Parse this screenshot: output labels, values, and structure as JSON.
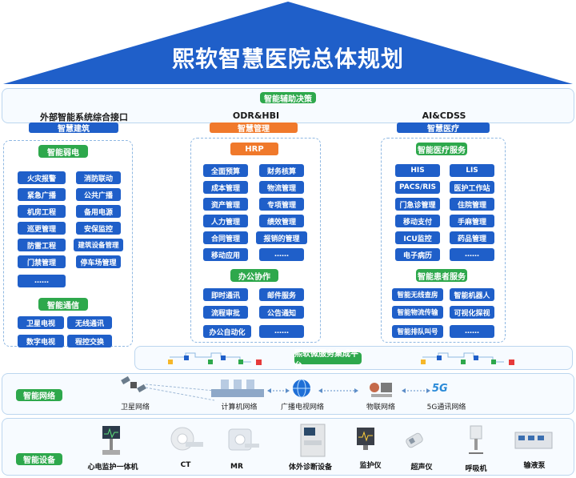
{
  "title": "熙软智慧医院总体规划",
  "decision": "智能辅助决策",
  "columns": [
    {
      "heading": "外部智能系统综合接口",
      "badge": "智慧建筑"
    },
    {
      "heading": "ODR&HBI",
      "badge": "智慧管理"
    },
    {
      "heading": "AI&CDSS",
      "badge": "智慧医疗"
    }
  ],
  "left_panel": {
    "section1": "智能弱电",
    "items1": [
      [
        "火灾报警",
        "消防联动"
      ],
      [
        "紧急广播",
        "公共广播"
      ],
      [
        "机房工程",
        "备用电源"
      ],
      [
        "巡更管理",
        "安保监控"
      ],
      [
        "防雷工程",
        "建筑设备管理"
      ],
      [
        "门禁管理",
        "停车场管理"
      ],
      [
        "……",
        ""
      ]
    ],
    "section2": "智能通信",
    "items2": [
      [
        "卫星电视",
        "无线通讯"
      ],
      [
        "数字电视",
        "程控交换"
      ]
    ]
  },
  "middle_panel": {
    "section1": "HRP",
    "items1": [
      [
        "全面预算",
        "财务核算"
      ],
      [
        "成本管理",
        "物流管理"
      ],
      [
        "资产管理",
        "专项管理"
      ],
      [
        "人力管理",
        "绩效管理"
      ],
      [
        "合同管理",
        "报销的管理"
      ],
      [
        "移动应用",
        "……"
      ]
    ],
    "section2": "办公协作",
    "items2": [
      [
        "即时通讯",
        "邮件服务"
      ],
      [
        "流程审批",
        "公告通知"
      ],
      [
        "办公自动化",
        "……"
      ]
    ]
  },
  "right_panel": {
    "section1": "智能医疗服务",
    "items1": [
      [
        "HIS",
        "LIS"
      ],
      [
        "PACS/RIS",
        "医护工作站"
      ],
      [
        "门急诊管理",
        "住院管理"
      ],
      [
        "移动支付",
        "手麻管理"
      ],
      [
        "ICU监控",
        "药品管理"
      ],
      [
        "电子病历",
        "……"
      ]
    ],
    "section2": "智能患者服务",
    "items2": [
      [
        "智能无线查房",
        "智能机器人"
      ],
      [
        "智能物流传输",
        "可视化探视"
      ],
      [
        "智能排队叫号",
        "……"
      ]
    ]
  },
  "platform": "熙软微服务集成平台",
  "network": {
    "label": "智能网络",
    "items": [
      "卫星网络",
      "计算机网络",
      "广播电视网络",
      "物联网络",
      "5G通讯网络"
    ],
    "fiveg": "5G"
  },
  "devices": {
    "label": "智能设备",
    "items": [
      "心电监护一体机",
      "CT",
      "MR",
      "体外诊断设备",
      "监护仪",
      "超声仪",
      "呼吸机",
      "输液泵"
    ]
  },
  "colors": {
    "roof": "#1f5fc9",
    "green": "#2ea84c",
    "blue": "#1f5fc9",
    "orange": "#f0792b"
  }
}
